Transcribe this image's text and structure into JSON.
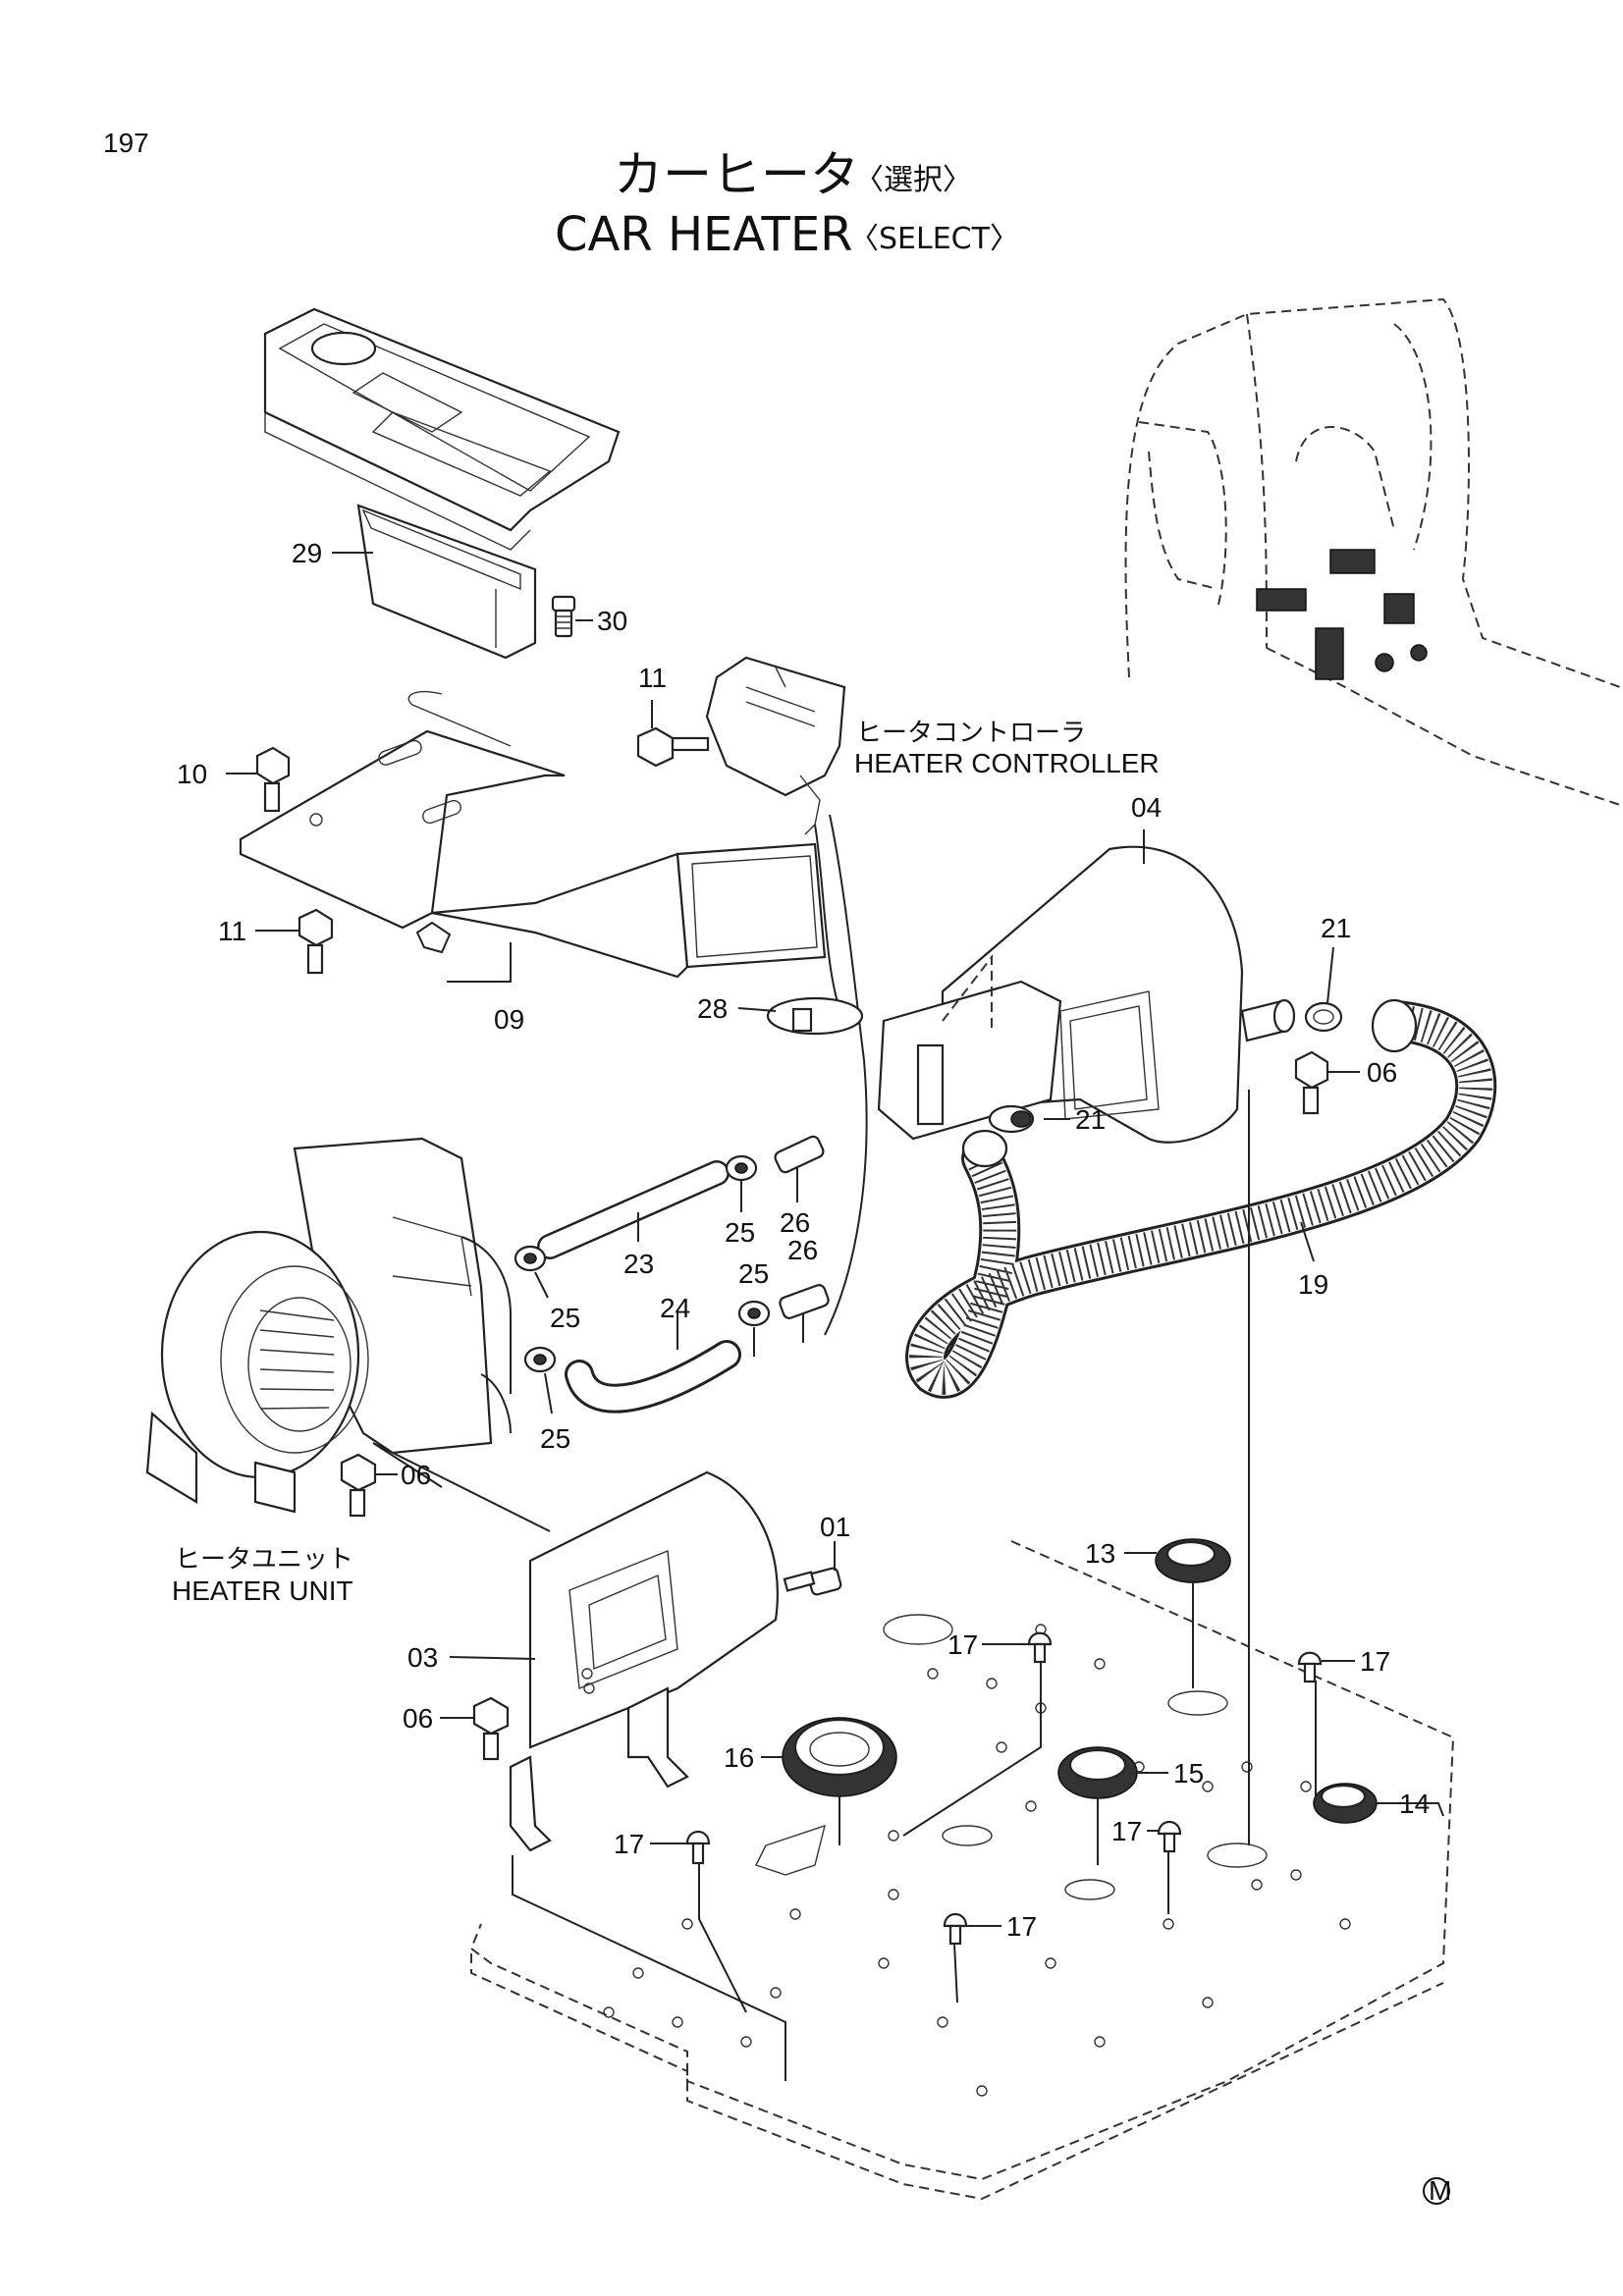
{
  "page_number": "197",
  "title_jp": "カーヒータ",
  "title_jp_note": "〈選択〉",
  "title_en": "CAR HEATER",
  "title_en_note": "〈SELECT〉",
  "assemblies": {
    "controller_jp": "ヒータコントローラ",
    "controller_en": "HEATER CONTROLLER",
    "unit_jp": "ヒータユニット",
    "unit_en": "HEATER UNIT"
  },
  "callouts": {
    "c29": "29",
    "c30": "30",
    "c11a": "11",
    "c10": "10",
    "c11b": "11",
    "c09": "09",
    "c04": "04",
    "c21a": "21",
    "c28": "28",
    "c06a": "06",
    "c21b": "21",
    "c25a": "25",
    "c26a": "26",
    "c23": "23",
    "c25b": "25",
    "c25c": "25",
    "c26b": "26",
    "c24": "24",
    "c25d": "25",
    "c19": "19",
    "c06b": "06",
    "c01": "01",
    "c13": "13",
    "c03": "03",
    "c17a": "17",
    "c17b": "17",
    "c06c": "06",
    "c16": "16",
    "c15": "15",
    "c14": "14",
    "c17c": "17",
    "c17d": "17",
    "c17e": "17"
  },
  "maker_mark": "M"
}
